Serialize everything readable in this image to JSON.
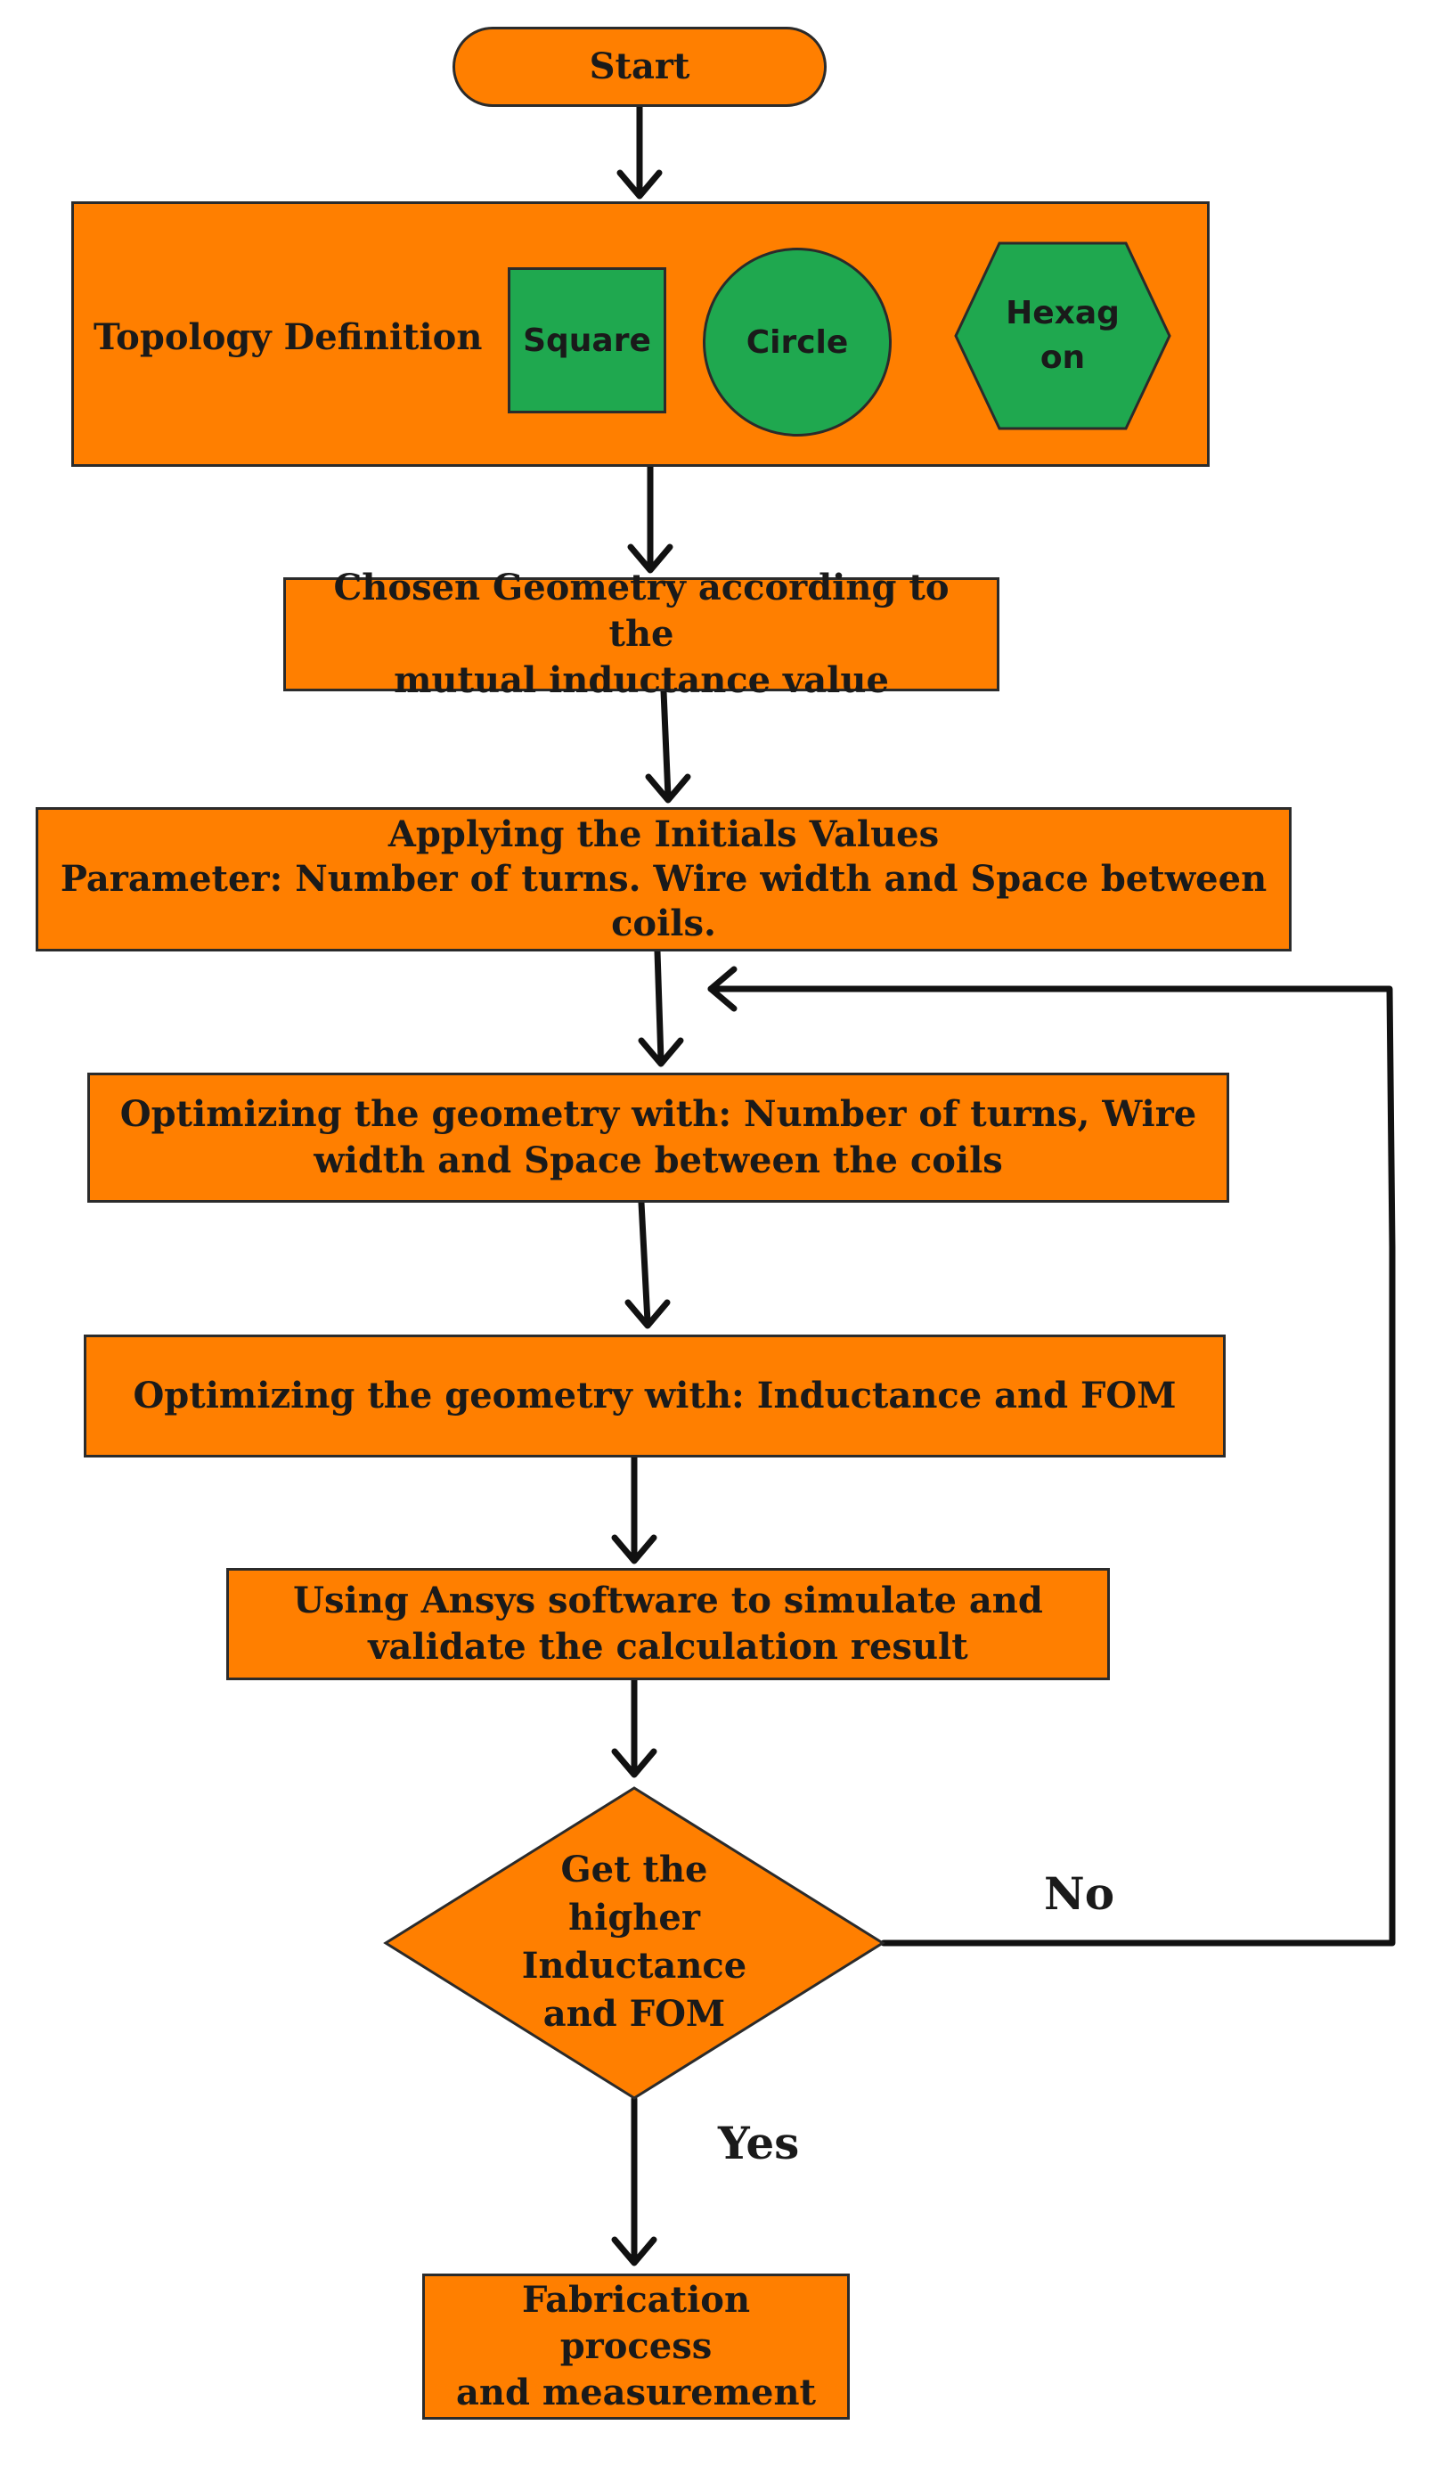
{
  "flowchart": {
    "start": "Start",
    "topology": {
      "label": "Topology Definition",
      "shapes": {
        "square": "Square",
        "circle": "Circle",
        "hexagon_line1": "Hexag",
        "hexagon_line2": "on"
      }
    },
    "step_geometry": {
      "line1": "Chosen Geometry according to the",
      "line2": "mutual inductance value"
    },
    "step_initial": {
      "line1": "Applying the Initials Values",
      "line2": "Parameter: Number of turns. Wire width and Space between",
      "line3": "coils."
    },
    "step_optimize1": {
      "line1": "Optimizing the geometry with: Number of turns, Wire",
      "line2": "width and Space between the coils"
    },
    "step_optimize2": "Optimizing the geometry with: Inductance and FOM",
    "step_ansys": {
      "line1": "Using  Ansys software to simulate and",
      "line2": "validate the calculation result"
    },
    "decision": {
      "line1": "Get the",
      "line2": "higher",
      "line3": "Inductance",
      "line4": "and FOM"
    },
    "label_no": "No",
    "label_yes": "Yes",
    "step_fabrication": {
      "line1": "Fabrication process",
      "line2": "and measurement"
    }
  },
  "colors": {
    "process_fill": "#FF7F00",
    "shape_fill": "#1FA84F",
    "stroke": "#2b2b2b"
  }
}
